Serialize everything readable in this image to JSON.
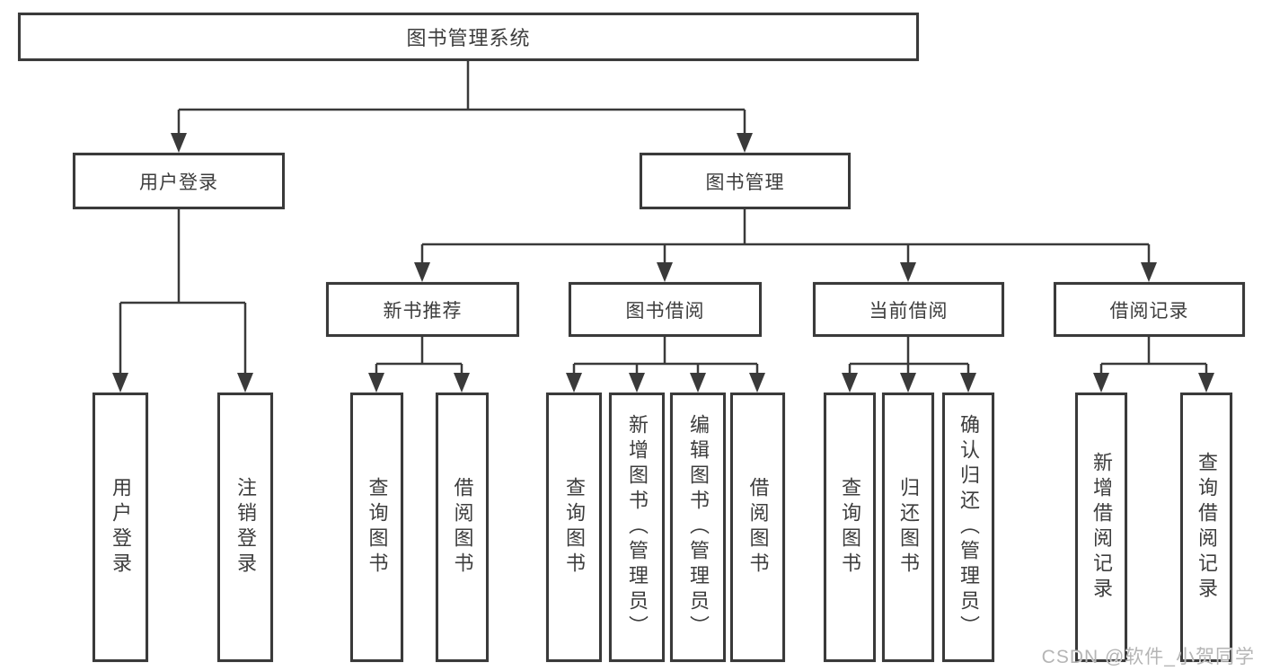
{
  "colors": {
    "line": "#3a3a3a",
    "box_border": "#3a3a3a",
    "text": "#3d3d3d",
    "background": "#ffffff",
    "watermark": "#b5b5b5"
  },
  "tree": {
    "root": {
      "label": "图书管理系统"
    },
    "branches": [
      {
        "label": "用户登录",
        "children": [
          {
            "label": "用户登录"
          },
          {
            "label": "注销登录"
          }
        ]
      },
      {
        "label": "图书管理",
        "children": [
          {
            "label": "新书推荐",
            "children": [
              {
                "label": "查询图书"
              },
              {
                "label": "借阅图书"
              }
            ]
          },
          {
            "label": "图书借阅",
            "children": [
              {
                "label": "查询图书"
              },
              {
                "label": "新增图书（管理员）"
              },
              {
                "label": "编辑图书（管理员）"
              },
              {
                "label": "借阅图书"
              }
            ]
          },
          {
            "label": "当前借阅",
            "children": [
              {
                "label": "查询图书"
              },
              {
                "label": "归还图书"
              },
              {
                "label": "确认归还（管理员）"
              }
            ]
          },
          {
            "label": "借阅记录",
            "children": [
              {
                "label": "新增借阅记录"
              },
              {
                "label": "查询借阅记录"
              }
            ]
          }
        ]
      }
    ]
  },
  "watermark": {
    "text": "CSDN @软件_小贺同学"
  }
}
